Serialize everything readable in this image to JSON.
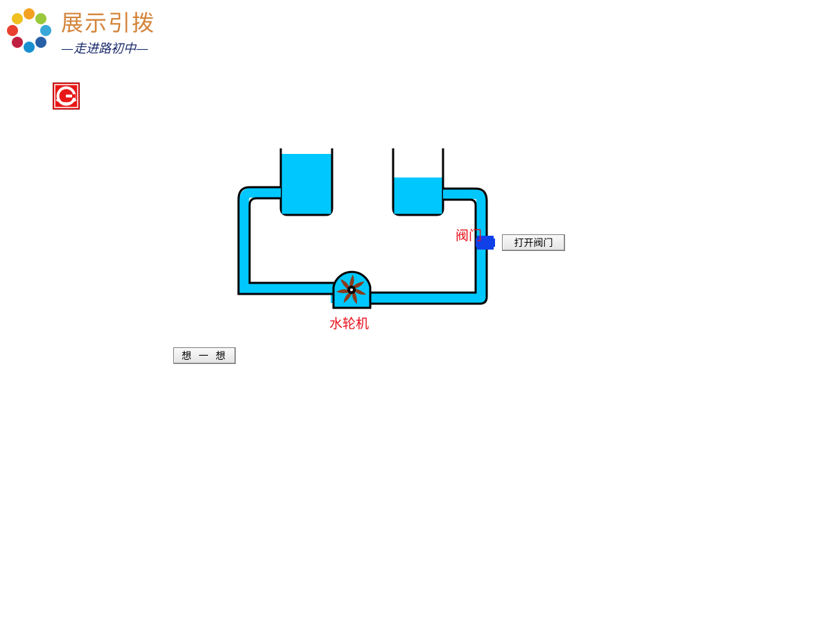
{
  "header": {
    "logo_title": "展示引拨",
    "logo_subtitle": "—走进路初中—"
  },
  "diagram": {
    "valve_label": "阀门",
    "turbine_label": "水轮机",
    "water_color": "#00c8ff",
    "pipe_outline_color": "#000000",
    "valve_color": "#1040e8",
    "turbine_blade_color": "#8b3a1a",
    "label_color": "#e8101a"
  },
  "controls": {
    "open_valve_label": "打开阀门",
    "think_label": "想 一 想"
  },
  "icons": {
    "back": "back-icon",
    "logo": "flower-logo-icon"
  }
}
